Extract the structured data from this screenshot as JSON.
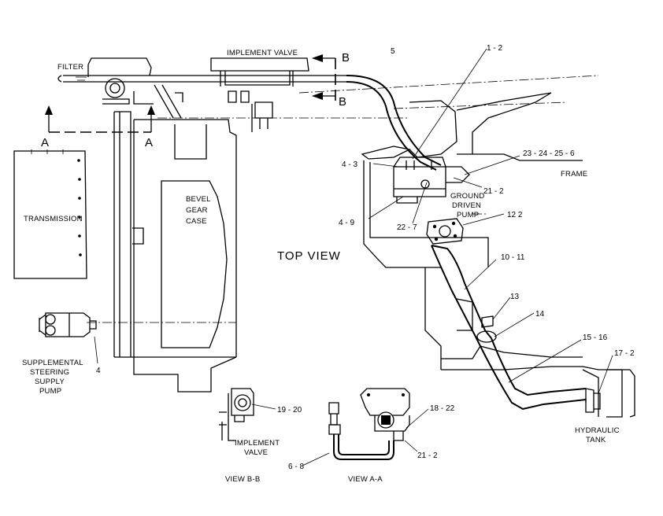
{
  "labels": {
    "filter": "FILTER",
    "implement_valve_top": "IMPLEMENT VALVE",
    "b_upper": "B",
    "b_lower": "B",
    "a_left": "A",
    "a_right": "A",
    "transmission": "TRANSMISSION",
    "bevel_gear_case_1": "BEVEL",
    "bevel_gear_case_2": "GEAR",
    "bevel_gear_case_3": "CASE",
    "top_view": "TOP VIEW",
    "frame": "FRAME",
    "ground_driven_pump_1": "GROUND",
    "ground_driven_pump_2": "DRIVEN",
    "ground_driven_pump_3": "PUMP",
    "supplemental_1": "SUPPLEMENTAL",
    "supplemental_2": "STEERING",
    "supplemental_3": "SUPPLY",
    "supplemental_4": "PUMP",
    "implement_valve_bb_1": "IMPLEMENT",
    "implement_valve_bb_2": "VALVE",
    "hydraulic_tank_1": "HYDRAULIC",
    "hydraulic_tank_2": "TANK",
    "view_bb": "VIEW  B-B",
    "view_aa": "VIEW  A-A"
  },
  "callouts": {
    "c1_2": "1 - 2",
    "c5": "5",
    "c4_3": "4 - 3",
    "c4_9": "4 - 9",
    "c22_7": "22 - 7",
    "c23": "23 - 24 - 25 - 6",
    "c21_2_top": "21 - 2",
    "c12_2": "12  2",
    "c10_11": "10 - 11",
    "c13": "13",
    "c14": "14",
    "c15_16": "15 - 16",
    "c17_2": "17 - 2",
    "c4": "4",
    "c19_20": "19 - 20",
    "c18_22": "18 - 22",
    "c21_2_bottom": "21 - 2",
    "c6_8": "6 - 8"
  }
}
